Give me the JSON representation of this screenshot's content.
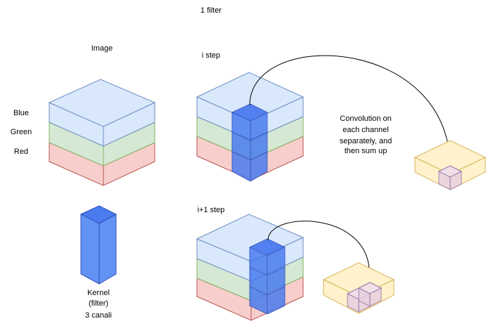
{
  "title": "1 filter",
  "image_label": "Image",
  "channels": {
    "blue": "Blue",
    "green": "Green",
    "red": "Red"
  },
  "step_i_label": "i step",
  "step_i1_label": "i+1 step",
  "note": [
    "Convolution on",
    "each channel",
    "separately, and",
    "then sum up"
  ],
  "kernel_label": [
    "Kernel",
    "(filter)",
    "3 canali"
  ],
  "colors": {
    "blue_face": "#dae8fc",
    "blue_stroke": "#6c8ebf",
    "green_face": "#d5e8d4",
    "green_stroke": "#82b366",
    "red_face": "#f8cecc",
    "red_stroke": "#b85450",
    "kernel_fill": "#4a7cf0",
    "kernel_stroke": "#2d4fb8",
    "output_fill": "#fff2cc",
    "output_stroke": "#d6b656",
    "output_cell_fill": "#e6d0de",
    "output_cell_stroke": "#9673a6"
  }
}
